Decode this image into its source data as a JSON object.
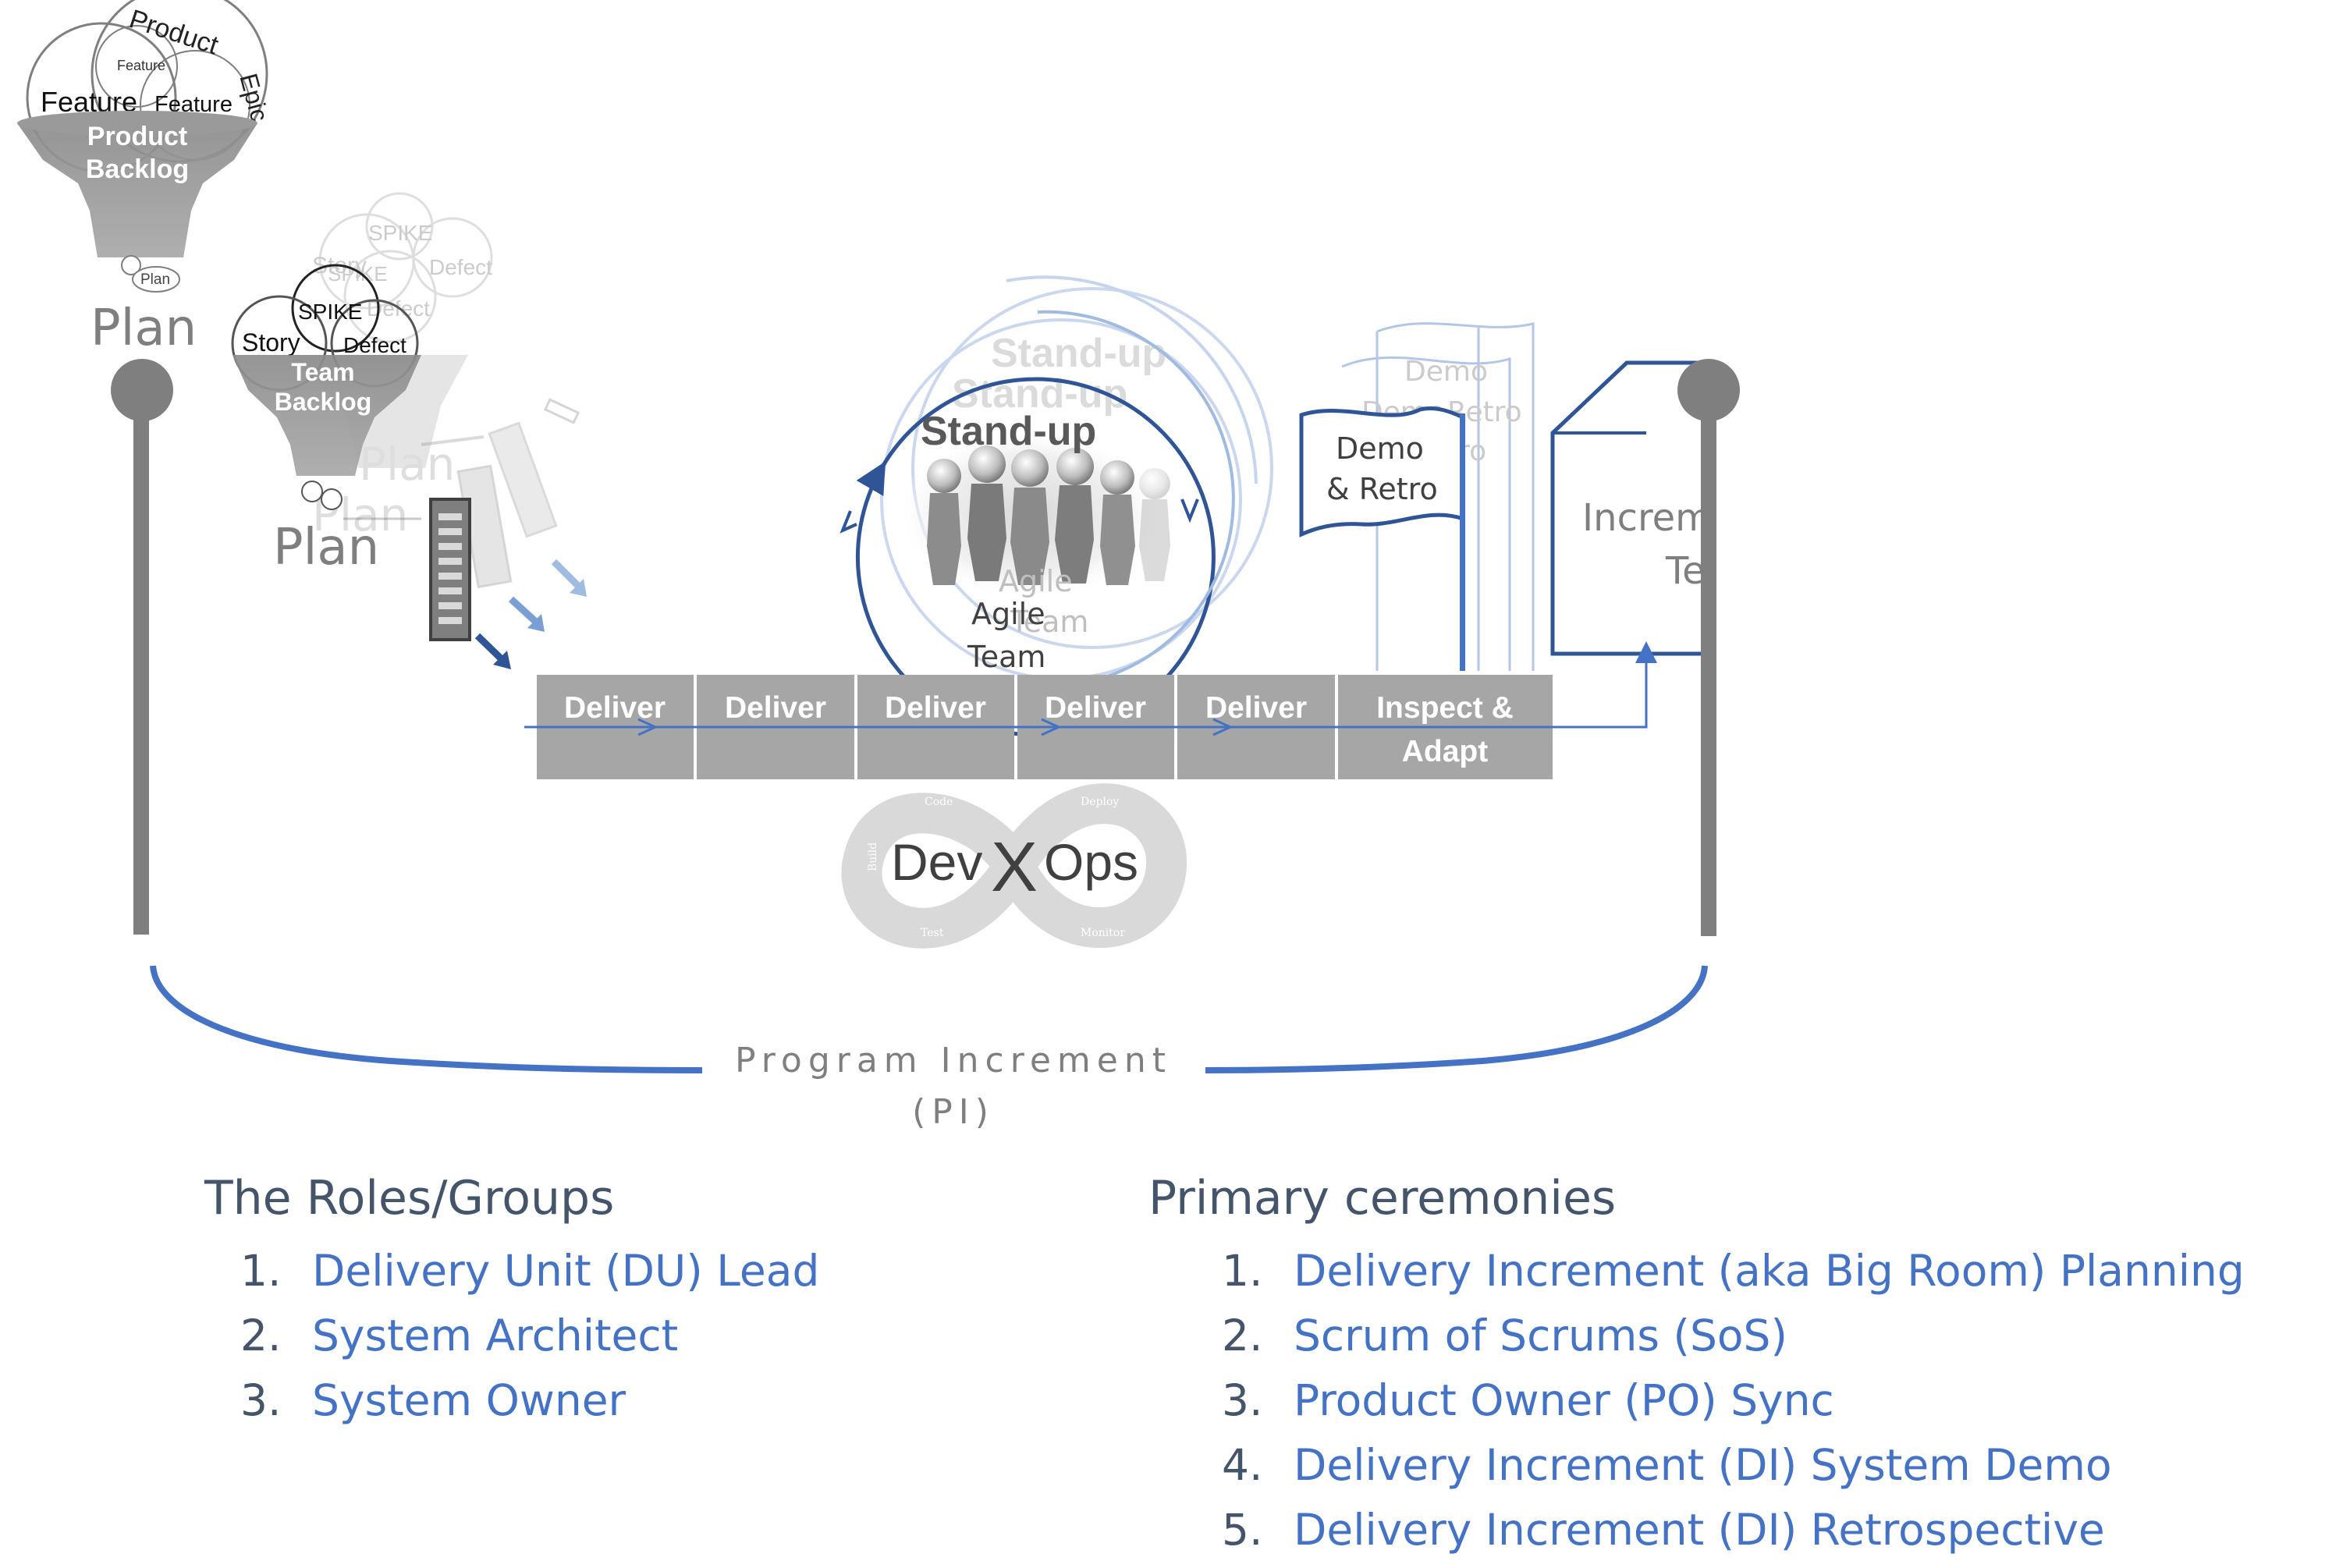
{
  "product_backlog": {
    "circle_labels": [
      "Product",
      "Epic",
      "Feature",
      "Feature",
      "Feature"
    ],
    "funnel_lines": [
      "Product",
      "Backlog"
    ],
    "bottom_label": "Plan"
  },
  "team_backlog": {
    "circle_labels": [
      "SPIKE",
      "Story",
      "Defect"
    ],
    "ghost_circle_labels": [
      "SPIKE",
      "Story",
      "Defect",
      "SPIKE",
      "Defect"
    ],
    "funnel_lines": [
      "Team",
      "Backlog"
    ],
    "bottom_label": "Plan"
  },
  "plan_labels": [
    "Plan",
    "Plan",
    "Plan"
  ],
  "standup": {
    "title": "Stand-up",
    "ghost_titles": [
      "Stand-up",
      "Stand-up"
    ],
    "team_lines": [
      "Agile",
      "Team"
    ],
    "ghost_team_lines": [
      "Agile",
      "Team"
    ]
  },
  "demo_flag": {
    "lines": [
      "Demo",
      "& Retro"
    ],
    "ghost_lines": [
      "Demo",
      "Demo",
      "Retro",
      "& Retro"
    ]
  },
  "increment": {
    "lines": [
      "Increm",
      "Te"
    ]
  },
  "delivery_track": {
    "cells": [
      "Deliver",
      "Deliver",
      "Deliver",
      "Deliver",
      "Deliver"
    ],
    "final_cell_lines": [
      "Inspect &",
      "Adapt"
    ]
  },
  "devops": {
    "prefix": "Dev",
    "x": "X",
    "suffix": "Ops",
    "loop_labels": [
      "Code",
      "Deploy",
      "Build",
      "Test",
      "Monitor"
    ]
  },
  "program_increment": {
    "line1": "Program Increment",
    "line2": "(PI)"
  },
  "roles": {
    "heading": "The Roles/Groups",
    "items": [
      {
        "num": "1.",
        "text": "Delivery Unit (DU) Lead"
      },
      {
        "num": "2.",
        "text": "System Architect"
      },
      {
        "num": "3.",
        "text": "System Owner"
      }
    ]
  },
  "ceremonies": {
    "heading": "Primary ceremonies",
    "items": [
      {
        "num": "1.",
        "text": "Delivery Increment (aka Big Room) Planning"
      },
      {
        "num": "2.",
        "text": "Scrum of Scrums (SoS)"
      },
      {
        "num": "3.",
        "text": "Product Owner (PO) Sync"
      },
      {
        "num": "4.",
        "text": "Delivery Increment (DI) System Demo"
      },
      {
        "num": "5.",
        "text": "Delivery Increment (DI) Retrospective"
      }
    ]
  },
  "colors": {
    "accent_blue": "#4472c4",
    "dark_blue": "#2f5597",
    "heading_gray": "#44546a",
    "pole_gray": "#7f7f7f",
    "cell_gray": "#a6a6a6"
  }
}
